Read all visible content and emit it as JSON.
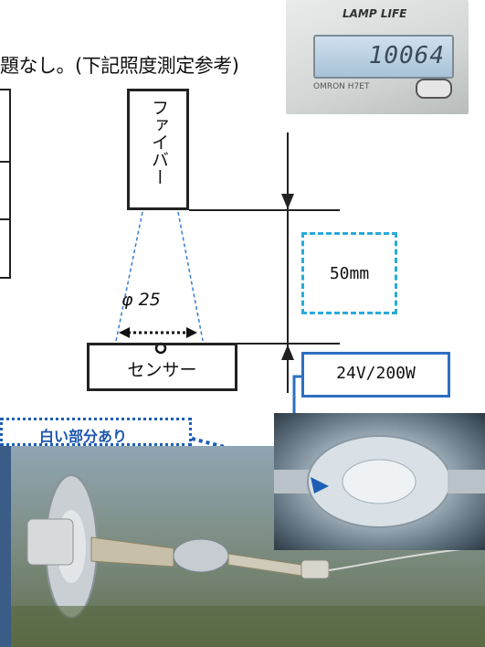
{
  "header": {
    "text": "題なし。(下記照度測定参考)"
  },
  "lamp_counter": {
    "title": "LAMP LIFE",
    "display_value": "10064",
    "brand": "OMRON H7ET"
  },
  "diagram": {
    "fiber_label": "ファイバー",
    "sensor_label": "センサー",
    "diameter_label": "φ 25",
    "distance_label": "50mm",
    "power_label": "24V/200W",
    "colors": {
      "line": "#222222",
      "dashed_cyan": "#2aaad8",
      "blue": "#2e6fc0",
      "cone_dashed": "#3b7fd0"
    }
  },
  "callout": {
    "label": "白い部分あり"
  }
}
